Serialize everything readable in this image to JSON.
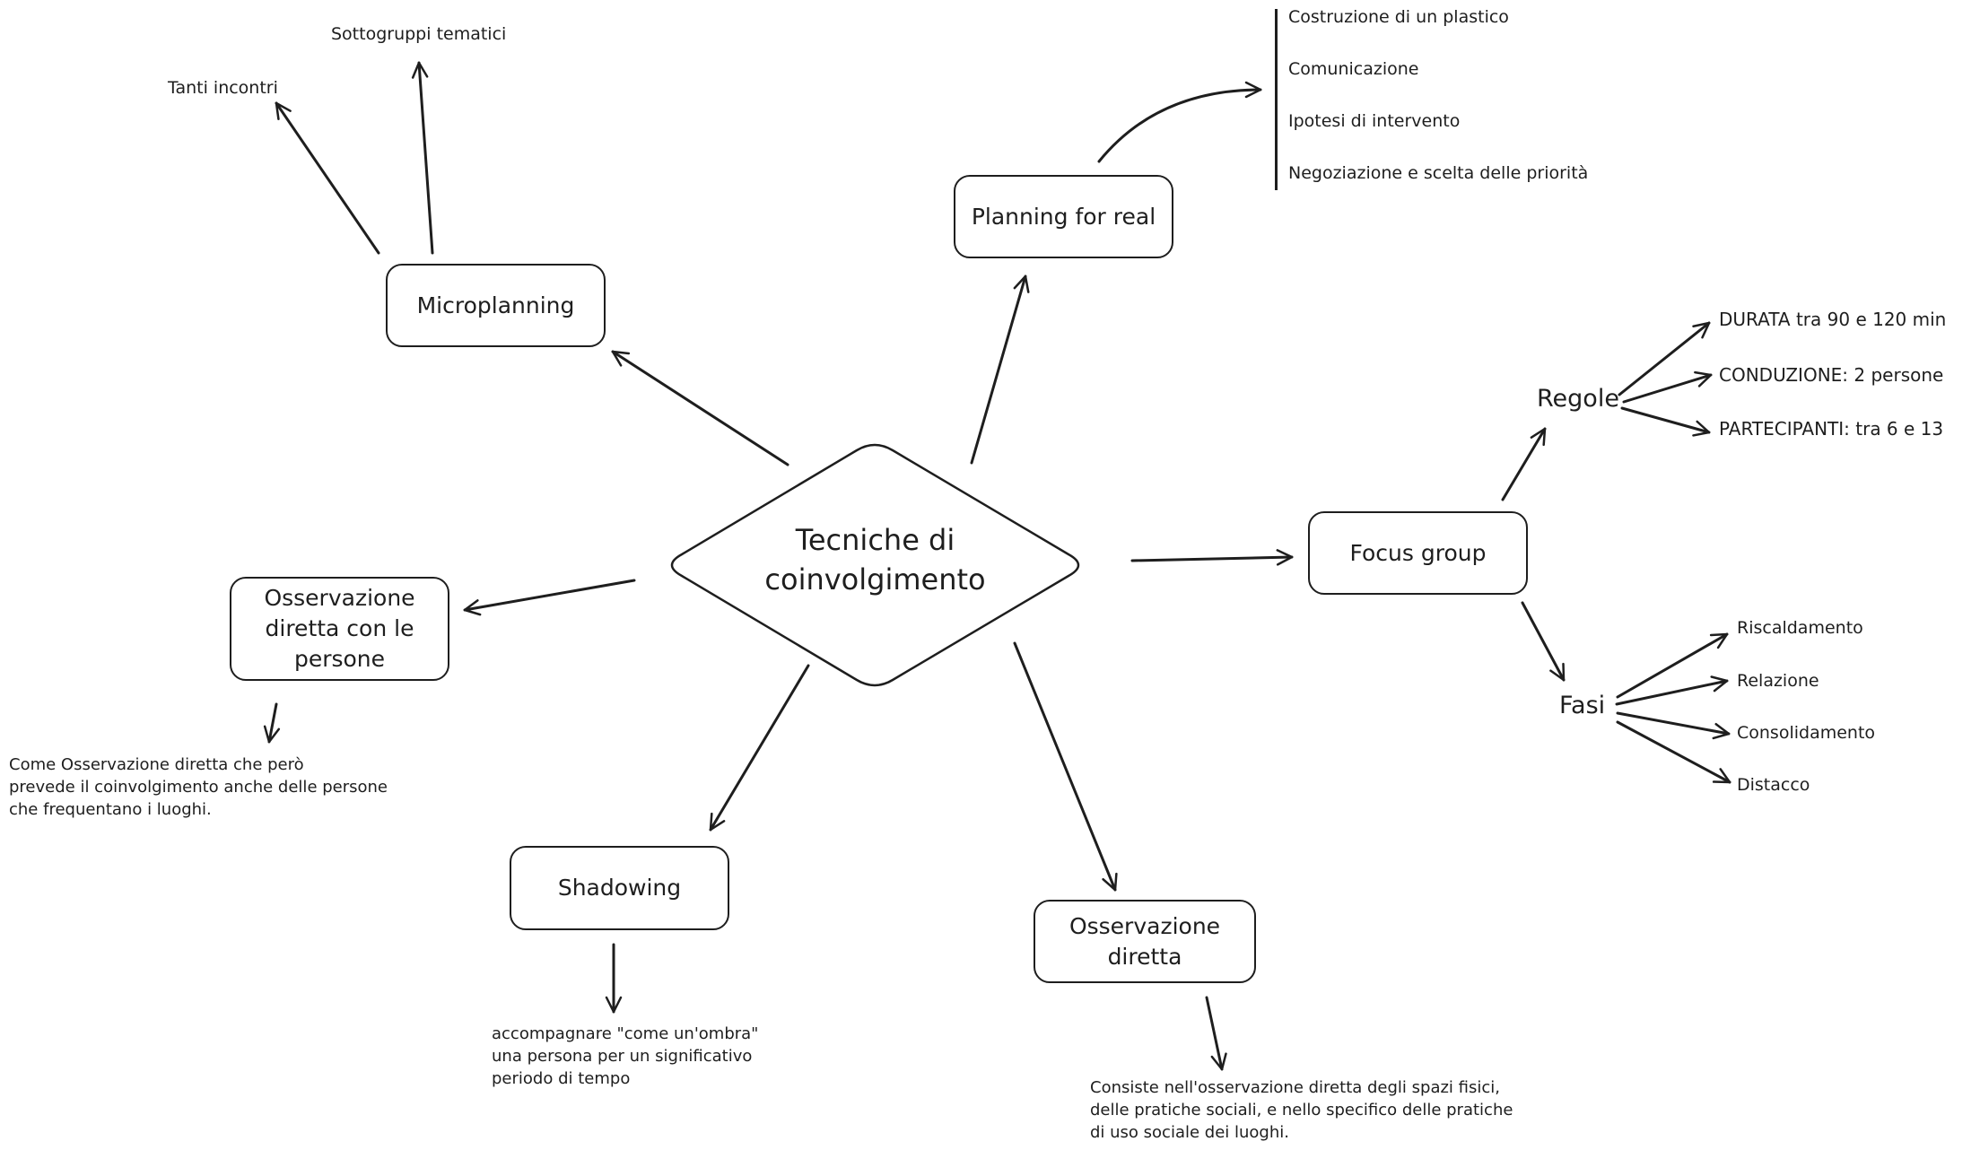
{
  "central": {
    "title": "Tecniche di\ncoinvolgimento"
  },
  "nodes": {
    "microplanning": "Microplanning",
    "planning_for_real": "Planning for real",
    "focus_group": "Focus group",
    "osservazione_persone": "Osservazione diretta con le persone",
    "shadowing": "Shadowing",
    "osservazione_diretta": "Osservazione diretta"
  },
  "microplanning_children": [
    "Tanti incontri",
    "Sottogruppi tematici"
  ],
  "planning_for_real_children": [
    "Costruzione di un plastico",
    "Comunicazione",
    "Ipotesi di intervento",
    "Negoziazione e scelta delle priorità"
  ],
  "focus_group": {
    "regole_label": "Regole",
    "regole": [
      "DURATA tra 90 e 120 min",
      "CONDUZIONE: 2 persone",
      "PARTECIPANTI: tra 6 e 13"
    ],
    "fasi_label": "Fasi",
    "fasi": [
      "Riscaldamento",
      "Relazione",
      "Consolidamento",
      "Distacco"
    ]
  },
  "notes": {
    "osservazione_persone": "Come Osservazione diretta che però\nprevede il coinvolgimento anche delle persone\nche frequentano i luoghi.",
    "shadowing": "accompagnare \"come un'ombra\"\nuna persona per un significativo\nperiodo di tempo",
    "osservazione_diretta": "Consiste nell'osservazione diretta degli spazi fisici,\ndelle pratiche sociali, e nello specifico delle pratiche\ndi uso sociale dei luoghi."
  }
}
